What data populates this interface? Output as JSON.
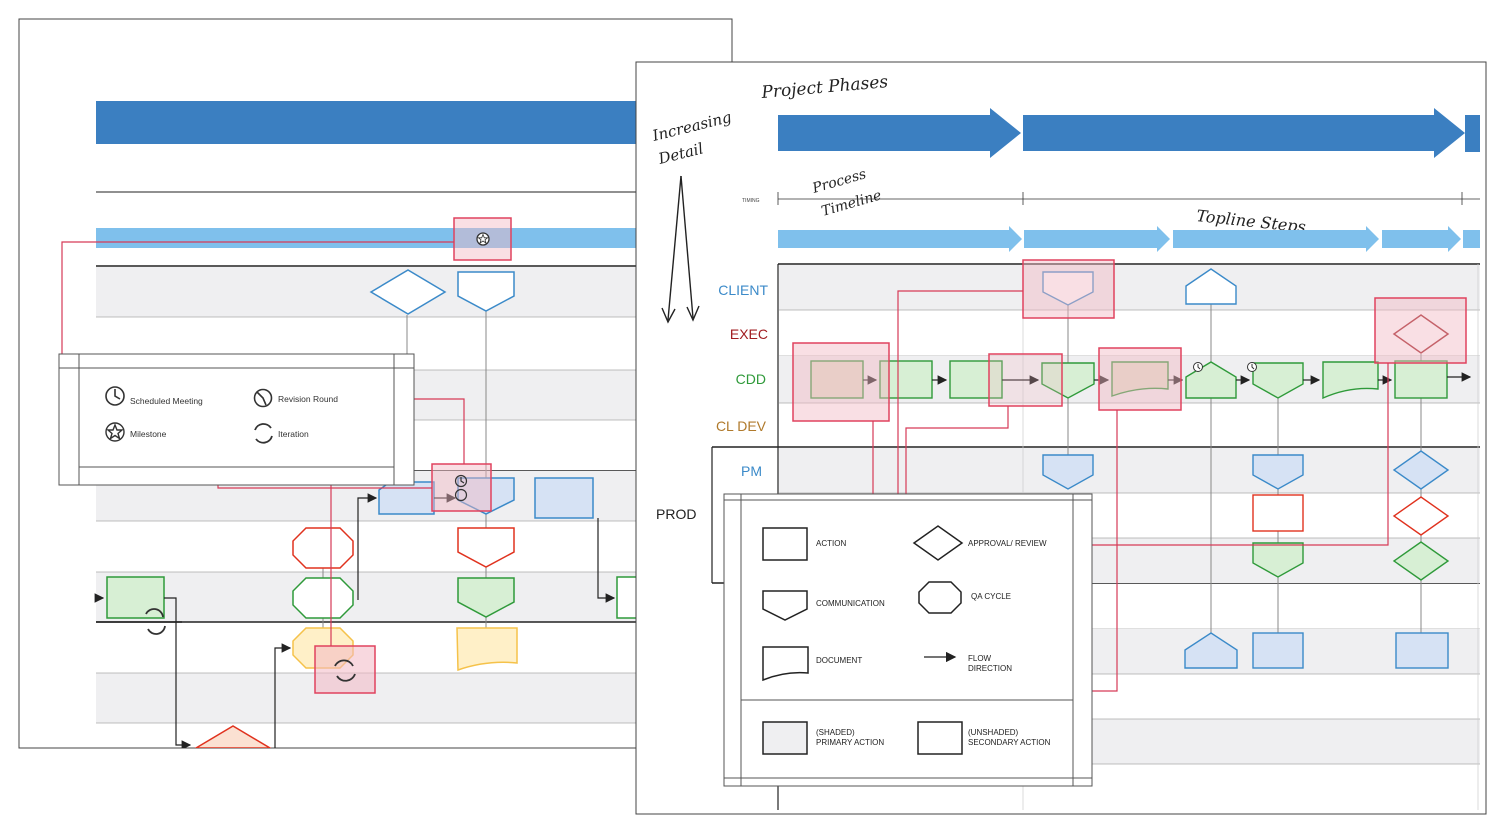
{
  "colors": {
    "phase_blue": "#3b7fc1",
    "timeline_blue": "#7fc0ec",
    "lane_gray": "#efeff1",
    "client_blue": "#3b8ac9",
    "exec_red": "#a11d21",
    "cdd_green": "#2f9a3a",
    "cl_dev_orange": "#b07a2c",
    "pm_blue": "#3b8ac9",
    "highlight_pink": "#e0425e",
    "shape_fill_blue": "#d6e2f4",
    "shape_fill_green": "#d7efd4",
    "shape_fill_yellow": "#fff0c8"
  },
  "annotations": {
    "project_phases": "Project Phases",
    "increasing_detail_1": "Increasing",
    "increasing_detail_2": "Detail",
    "process_timeline_1": "Process",
    "process_timeline_2": "Timeline",
    "topline_steps": "Topline Steps"
  },
  "timing_label": "TIMING",
  "lanes": {
    "client": "CLIENT",
    "exec": "EXEC",
    "cdd": "CDD",
    "cl_dev": "CL DEV",
    "pm": "PM",
    "prod": "PROD"
  },
  "back_legend": {
    "scheduled_meeting": "Scheduled Meeting",
    "revision_round": "Revision Round",
    "milestone": "Milestone",
    "iteration": "Iteration"
  },
  "front_legend": {
    "action": "ACTION",
    "approval_review": "APPROVAL/ REVIEW",
    "communication": "COMMUNICATION",
    "qa_cycle": "QA CYCLE",
    "document": "DOCUMENT",
    "flow_direction_1": "FLOW",
    "flow_direction_2": "DIRECTION",
    "shaded_1": "(SHADED)",
    "shaded_2": "PRIMARY ACTION",
    "unshaded_1": "(UNSHADED)",
    "unshaded_2": "SECONDARY ACTION"
  }
}
